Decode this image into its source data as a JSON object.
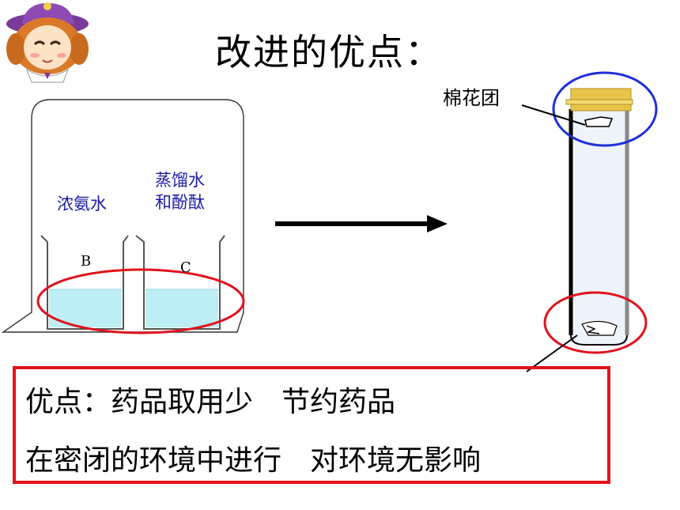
{
  "title": "改进的优点：",
  "apparatus": {
    "labels": {
      "ammonia": "浓氨水",
      "water_phenol_line1": "蒸馏水",
      "water_phenol_line2": "和酚酞",
      "beaker_b": "B",
      "beaker_c": "C",
      "cotton": "棉花团"
    },
    "colors": {
      "liquid": "#bdeef4",
      "highlight_ellipse_red": "#e0121b",
      "highlight_ellipse_blue": "#1f2fd6",
      "cap": "#e8c44a",
      "label_blue": "#1a1aa6"
    }
  },
  "advantages": {
    "line1": "优点：药品取用少　节约药品",
    "line2": "在密闭的环境中进行　对环境无影响"
  }
}
